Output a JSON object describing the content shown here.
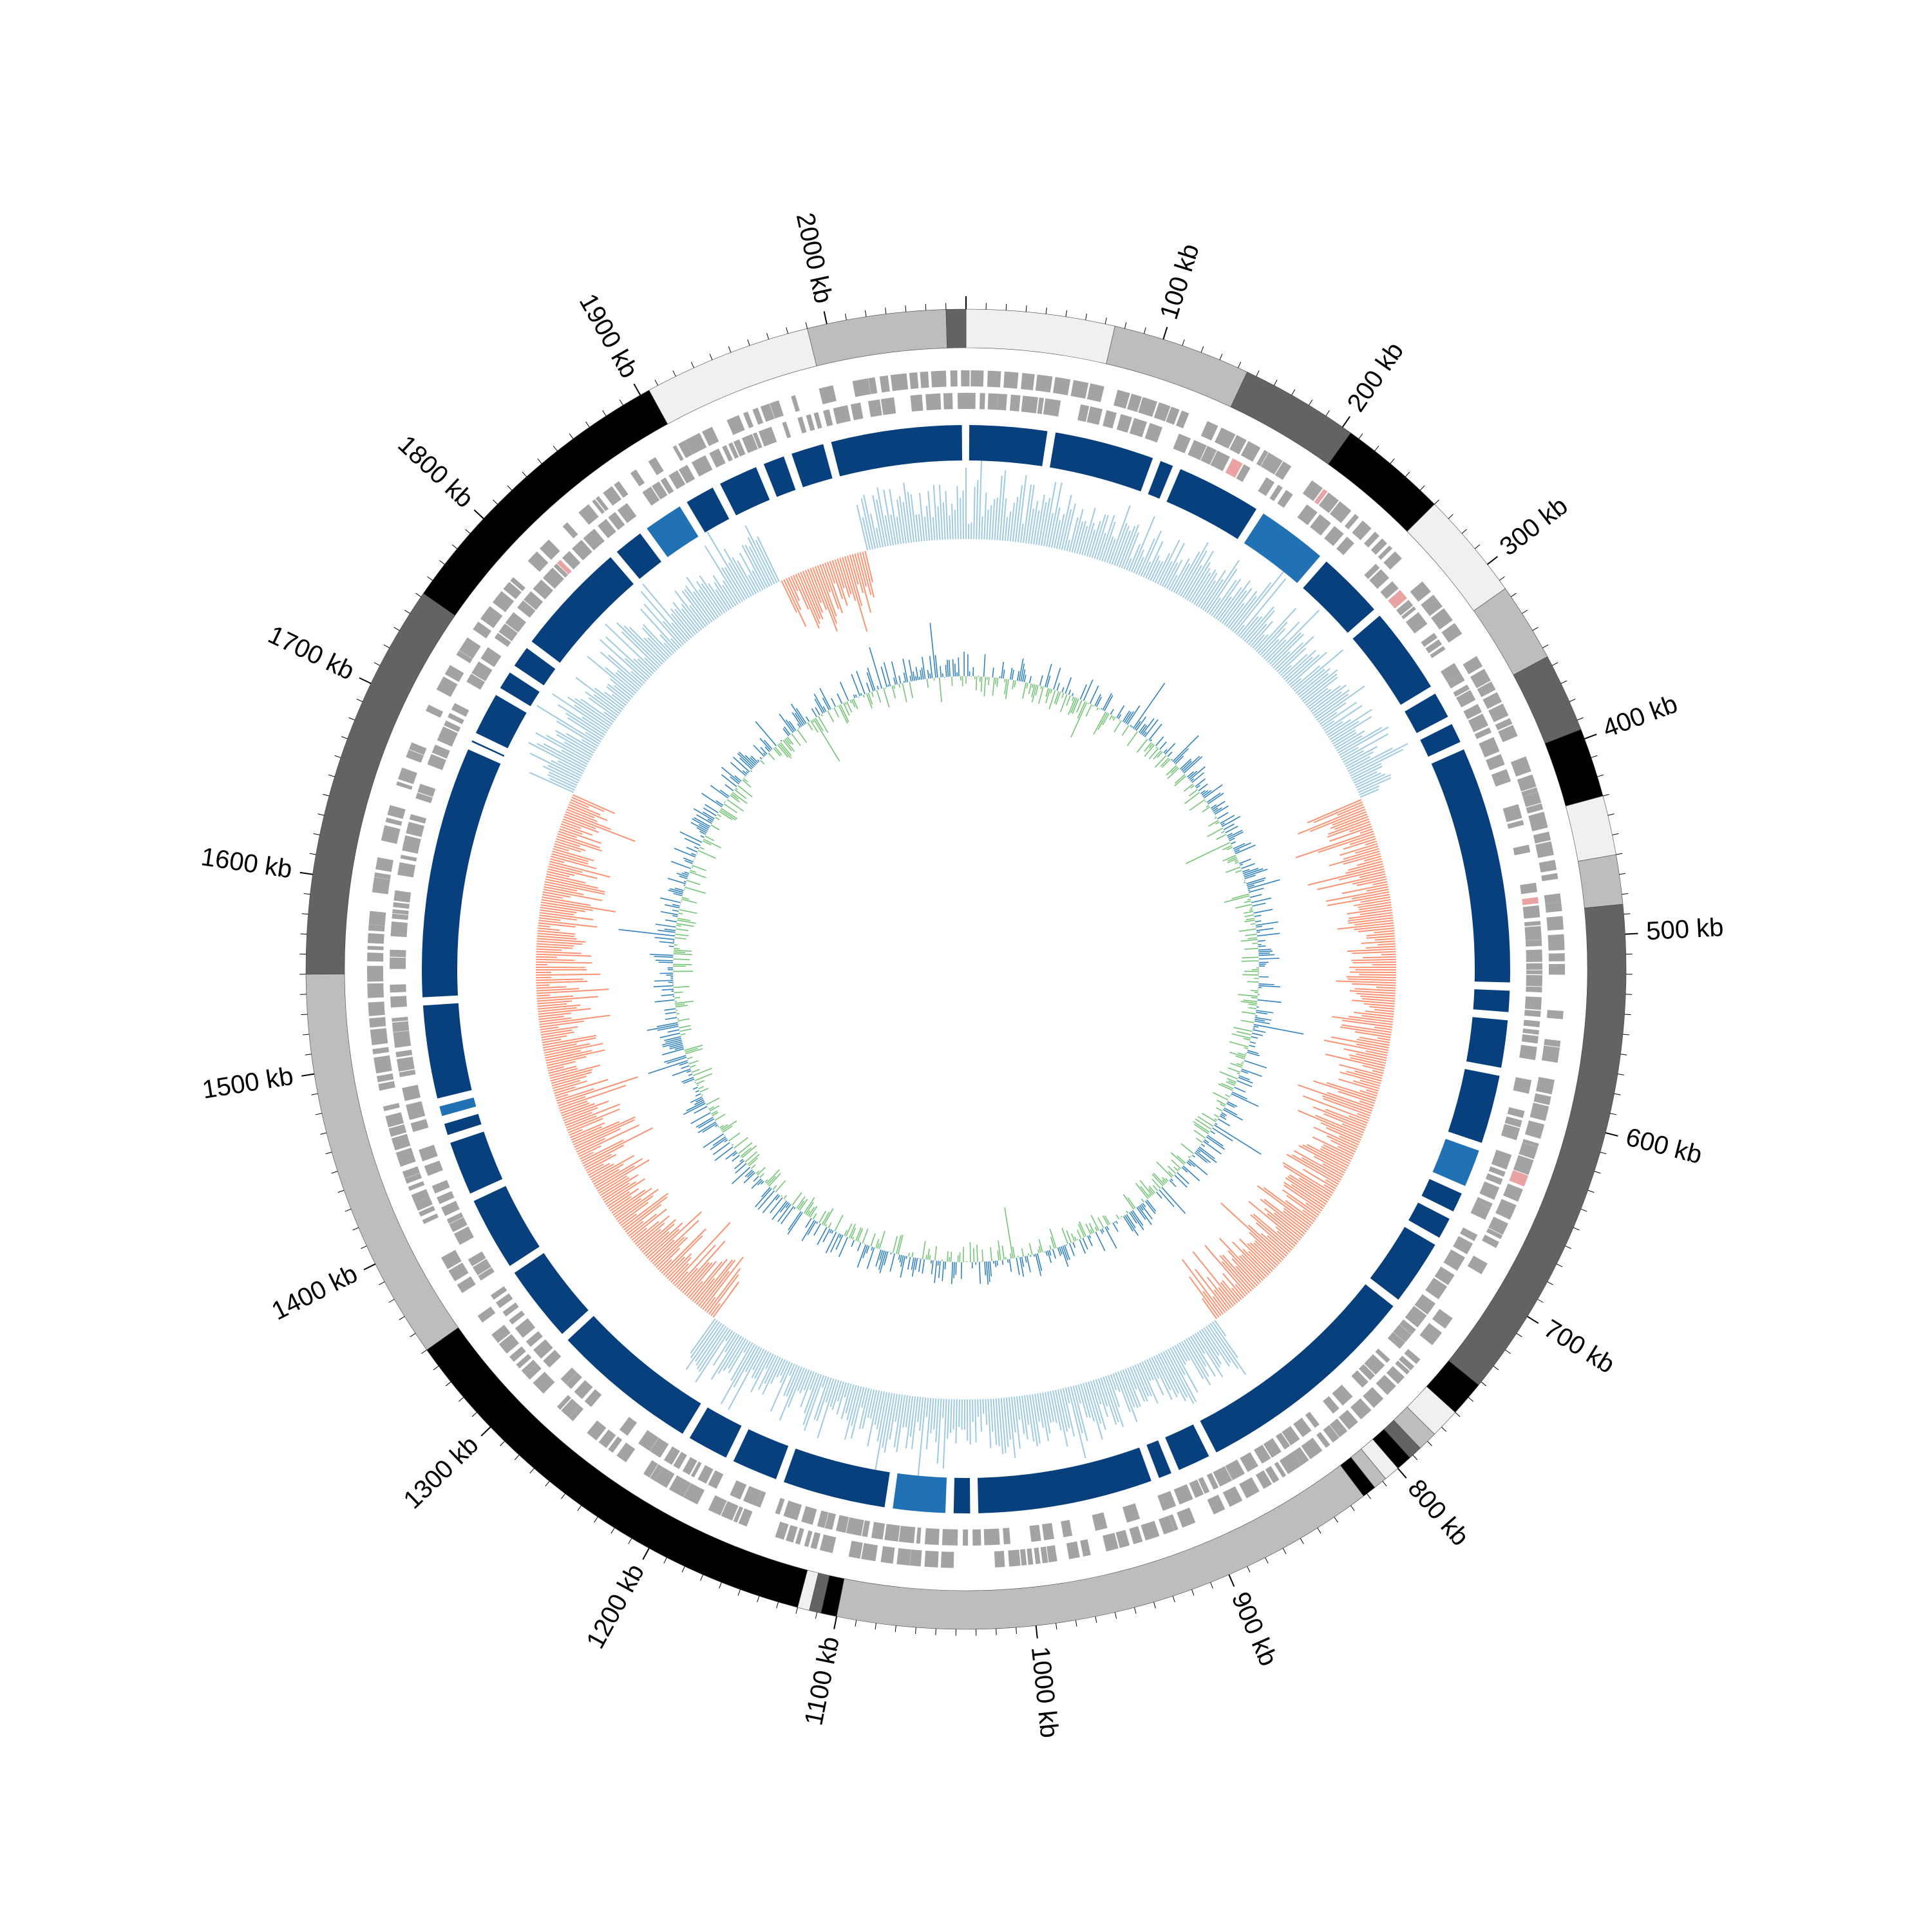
{
  "chart_data": {
    "type": "circular-genome",
    "genome_length_kb": 2070,
    "tick_labels": [
      {
        "kb": 100,
        "label": "100 kb"
      },
      {
        "kb": 200,
        "label": "200 kb"
      },
      {
        "kb": 300,
        "label": "300 kb"
      },
      {
        "kb": 400,
        "label": "400 kb"
      },
      {
        "kb": 500,
        "label": "500 kb"
      },
      {
        "kb": 600,
        "label": "600 kb"
      },
      {
        "kb": 700,
        "label": "700 kb"
      },
      {
        "kb": 800,
        "label": "800 kb"
      },
      {
        "kb": 900,
        "label": "900 kb"
      },
      {
        "kb": 1000,
        "label": "1000 kb"
      },
      {
        "kb": 1100,
        "label": "1100 kb"
      },
      {
        "kb": 1200,
        "label": "1200 kb"
      },
      {
        "kb": 1300,
        "label": "1300 kb"
      },
      {
        "kb": 1400,
        "label": "1400 kb"
      },
      {
        "kb": 1500,
        "label": "1500 kb"
      },
      {
        "kb": 1600,
        "label": "1600 kb"
      },
      {
        "kb": 1700,
        "label": "1700 kb"
      },
      {
        "kb": 1800,
        "label": "1800 kb"
      },
      {
        "kb": 1900,
        "label": "1900 kb"
      },
      {
        "kb": 2000,
        "label": "2000 kb"
      }
    ],
    "minor_tick_kb": 10,
    "contigs": [
      {
        "start": 0,
        "end": 75,
        "color": "#f0f0f0"
      },
      {
        "start": 75,
        "end": 145,
        "color": "#bdbdbd"
      },
      {
        "start": 145,
        "end": 205,
        "color": "#636363"
      },
      {
        "start": 205,
        "end": 260,
        "color": "#000000"
      },
      {
        "start": 260,
        "end": 315,
        "color": "#f0f0f0"
      },
      {
        "start": 315,
        "end": 355,
        "color": "#bdbdbd"
      },
      {
        "start": 355,
        "end": 395,
        "color": "#636363"
      },
      {
        "start": 395,
        "end": 430,
        "color": "#000000"
      },
      {
        "start": 430,
        "end": 460,
        "color": "#f0f0f0"
      },
      {
        "start": 460,
        "end": 485,
        "color": "#bdbdbd"
      },
      {
        "start": 485,
        "end": 742,
        "color": "#636363"
      },
      {
        "start": 742,
        "end": 760,
        "color": "#000000"
      },
      {
        "start": 760,
        "end": 775,
        "color": "#f0f0f0"
      },
      {
        "start": 775,
        "end": 785,
        "color": "#bdbdbd"
      },
      {
        "start": 785,
        "end": 792,
        "color": "#636363"
      },
      {
        "start": 792,
        "end": 800,
        "color": "#000000"
      },
      {
        "start": 800,
        "end": 808,
        "color": "#f0f0f0"
      },
      {
        "start": 808,
        "end": 815,
        "color": "#bdbdbd"
      },
      {
        "start": 815,
        "end": 822,
        "color": "#000000"
      },
      {
        "start": 822,
        "end": 1100,
        "color": "#bdbdbd"
      },
      {
        "start": 1100,
        "end": 1108,
        "color": "#000000"
      },
      {
        "start": 1108,
        "end": 1114,
        "color": "#636363"
      },
      {
        "start": 1114,
        "end": 1120,
        "color": "#f0f0f0"
      },
      {
        "start": 1120,
        "end": 1350,
        "color": "#000000"
      },
      {
        "start": 1350,
        "end": 1550,
        "color": "#bdbdbd"
      },
      {
        "start": 1550,
        "end": 1752,
        "color": "#636363"
      },
      {
        "start": 1752,
        "end": 1905,
        "color": "#000000"
      },
      {
        "start": 1905,
        "end": 1990,
        "color": "#f0f0f0"
      },
      {
        "start": 1990,
        "end": 2060,
        "color": "#bdbdbd"
      },
      {
        "start": 2060,
        "end": 2070,
        "color": "#636363"
      }
    ],
    "colors": {
      "gene": "#a3a3a3",
      "gene_highlight": "#e9a3a3",
      "homology": "#08407e",
      "homology_alt": "#2171b5",
      "gc_content_positive": "#9ecae1",
      "gc_content_negative": "#fc9272",
      "gc_skew_positive": "#3182bd",
      "gc_skew_negative": "#74c476",
      "ticks": "#000000"
    },
    "homology_gaps_kb": [
      52,
      118,
      131,
      188,
      236,
      282,
      340,
      361,
      378,
      528,
      546,
      580,
      627,
      655,
      672,
      690,
      735,
      880,
      905,
      918,
      1030,
      1045,
      1082,
      1150,
      1183,
      1213,
      1308,
      1360,
      1410,
      1448,
      1460,
      1471,
      1533,
      1692,
      1698,
      1729,
      1745,
      1763,
      1838,
      1861,
      1890,
      1913,
      1942,
      1960,
      1985
    ]
  }
}
